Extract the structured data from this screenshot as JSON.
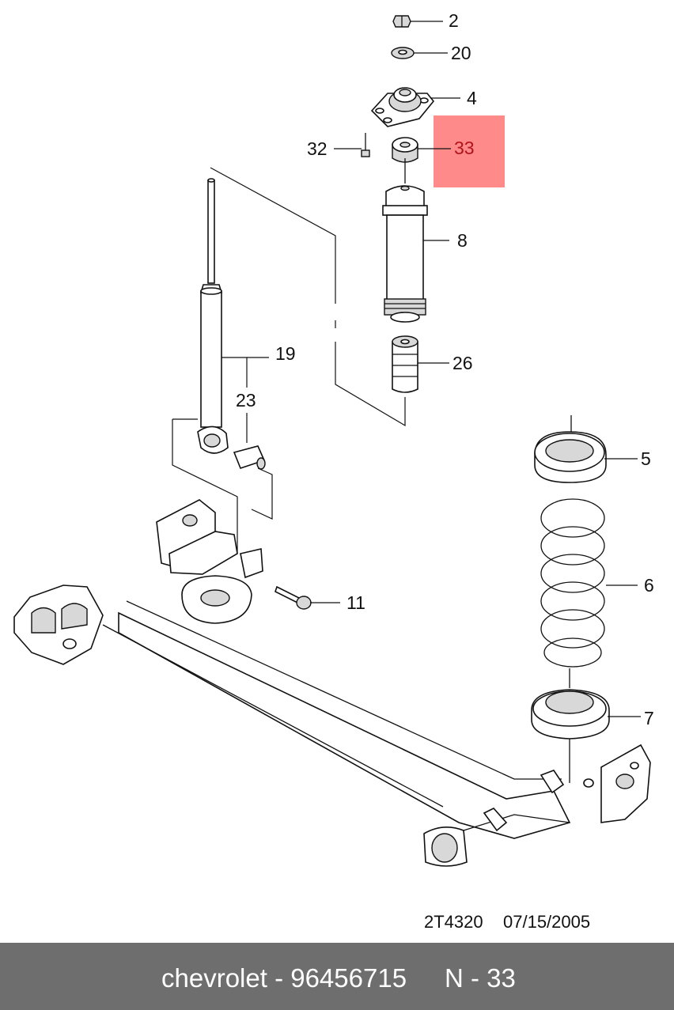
{
  "labels": {
    "p2": "2",
    "p20": "20",
    "p4": "4",
    "p32": "32",
    "p33": "33",
    "p8": "8",
    "p19": "19",
    "p23": "23",
    "p26": "26",
    "p5": "5",
    "p6": "6",
    "p11": "11",
    "p7": "7"
  },
  "drawing_code": "2T4320",
  "drawing_date": "07/15/2005",
  "footer": {
    "part_info": "chevrolet - 96456715",
    "ref": "N - 33"
  },
  "colors": {
    "highlight_box": "#ff8a8a",
    "highlight_text": "#b3141b",
    "footer_bg": "#6e6e6e",
    "footer_text": "#ffffff"
  }
}
